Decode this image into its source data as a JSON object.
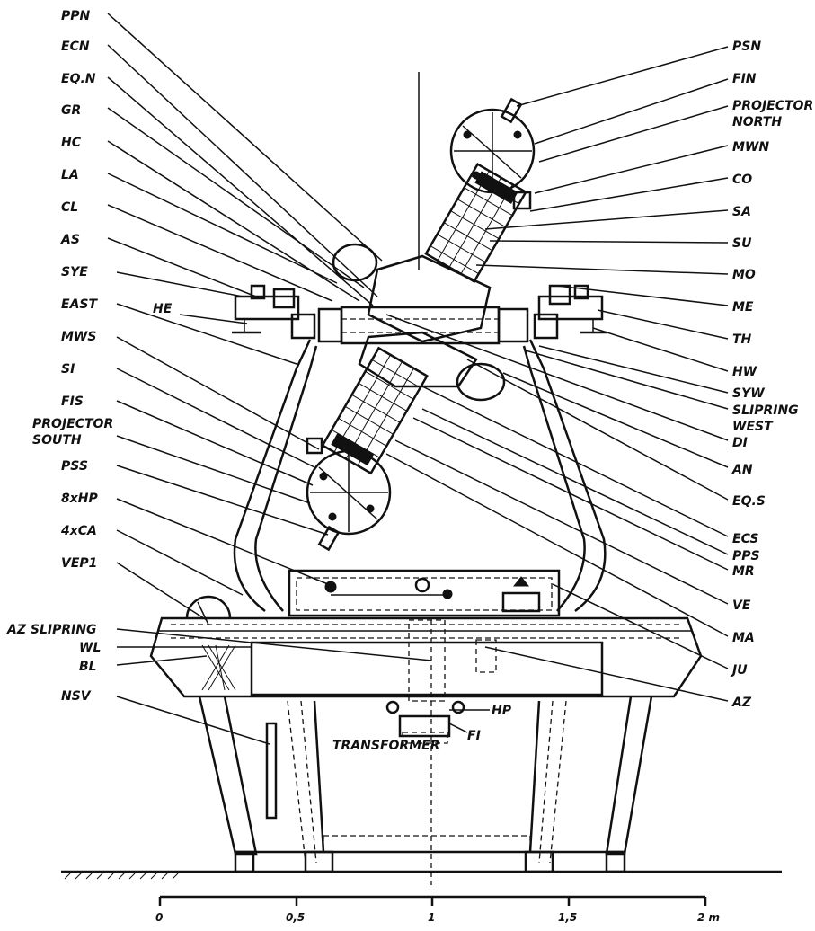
{
  "left_labels": [
    "PPN",
    "ECN",
    "EQ.N",
    "GR",
    "HC",
    "LA",
    "CL",
    "AS",
    "SYE",
    "EAST",
    "MWS",
    "SI",
    "FIS",
    "PROJECTOR SOUTH",
    "PSS",
    "8xHP",
    "4xCA",
    "VEP1",
    "AZ SLIPRING",
    "WL",
    "BL",
    "NSV"
  ],
  "right_labels": [
    "PSN",
    "FIN",
    "PROJECTOR NORTH",
    "MWN",
    "CO",
    "SA",
    "SU",
    "MO",
    "ME",
    "TH",
    "HW",
    "SYW",
    "SLIPRING WEST",
    "DI",
    "AN",
    "EQ.S",
    "ECS",
    "PPS",
    "MR",
    "VE",
    "MA",
    "JU",
    "AZ"
  ],
  "inline_labels": {
    "he": "HE",
    "hp": "HP",
    "fi": "FI",
    "transformer": "TRANSFORMER"
  },
  "scale": {
    "ticks": [
      "0",
      "0,5",
      "1",
      "1,5",
      "2 m"
    ]
  }
}
